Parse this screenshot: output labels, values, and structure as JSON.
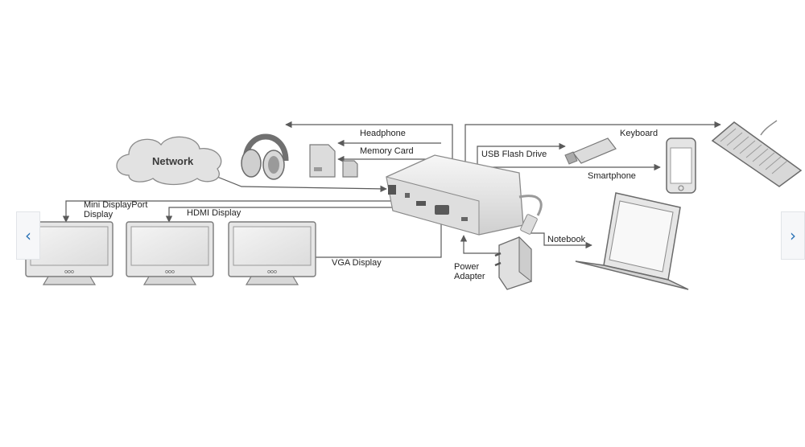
{
  "colors": {
    "accent": "#2b73b7",
    "line": "#5a5a5a",
    "device_fill": "#e8e8e8",
    "device_stroke": "#8a8a8a"
  },
  "carousel": {
    "prev_icon": "chevron-left-icon",
    "prev_glyph": "‹",
    "next_icon": "chevron-right-icon",
    "next_glyph": "›"
  },
  "diagram": {
    "network": "Network",
    "headphone": "Headphone",
    "memory_card": "Memory Card",
    "usb_flash_drive": "USB Flash Drive",
    "keyboard": "Keyboard",
    "smartphone": "Smartphone",
    "notebook": "Notebook",
    "power_adapter": "Power Adapter",
    "mini_displayport": "Mini DisplayPort Display",
    "hdmi_display": "HDMI Display",
    "vga_display": "VGA Display",
    "monitor_badge": "ooo"
  }
}
